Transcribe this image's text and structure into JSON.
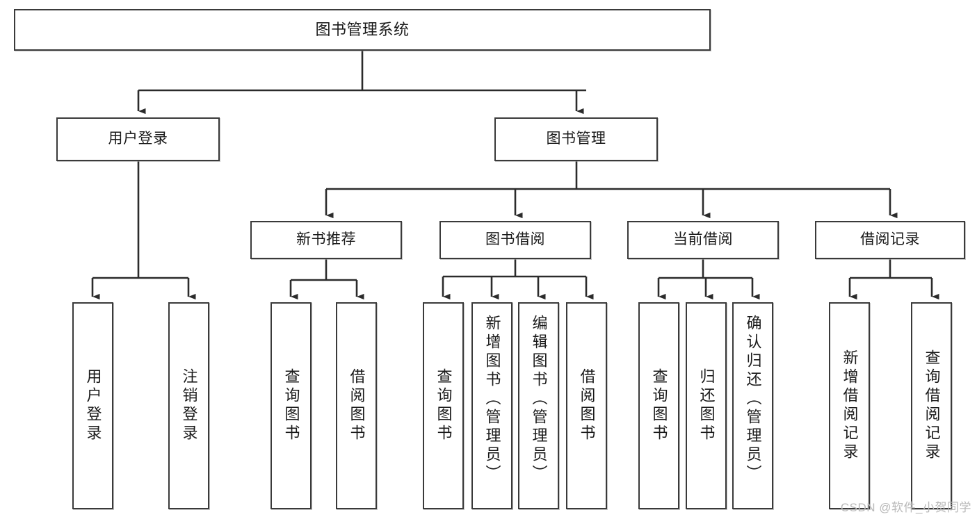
{
  "diagram": {
    "title": "图书管理系统",
    "type": "tree",
    "watermark": "CSDN @软件_小贺同学",
    "colors": {
      "box_border": "#3a3a3a",
      "box_fill": "#ffffff",
      "line": "#2b2b2b",
      "text": "#1a1a1a",
      "watermark": "#b9b9b9"
    },
    "nodes": {
      "root": {
        "label": "图书管理系统"
      },
      "level2": [
        {
          "id": "user-login",
          "label": "用户登录"
        },
        {
          "id": "book-manage",
          "label": "图书管理"
        }
      ],
      "level3": [
        {
          "id": "new-book-recommend",
          "label": "新书推荐"
        },
        {
          "id": "book-borrow",
          "label": "图书借阅"
        },
        {
          "id": "current-borrow",
          "label": "当前借阅"
        },
        {
          "id": "borrow-record",
          "label": "借阅记录"
        }
      ],
      "leaves": {
        "user_login": [
          {
            "id": "leaf-user-login",
            "label": "用户登录"
          },
          {
            "id": "leaf-user-logout",
            "label": "注销登录"
          }
        ],
        "new_book_recommend": [
          {
            "id": "leaf-query-book-1",
            "label": "查询图书"
          },
          {
            "id": "leaf-borrow-book-1",
            "label": "借阅图书"
          }
        ],
        "book_borrow": [
          {
            "id": "leaf-query-book-2",
            "label": "查询图书"
          },
          {
            "id": "leaf-add-book",
            "label": "新增图书（管理员）"
          },
          {
            "id": "leaf-edit-book",
            "label": "编辑图书（管理员）"
          },
          {
            "id": "leaf-borrow-book-2",
            "label": "借阅图书"
          }
        ],
        "current_borrow": [
          {
            "id": "leaf-query-book-3",
            "label": "查询图书"
          },
          {
            "id": "leaf-return-book",
            "label": "归还图书"
          },
          {
            "id": "leaf-confirm-return",
            "label": "确认归还（管理员）"
          }
        ],
        "borrow_record": [
          {
            "id": "leaf-add-record",
            "label": "新增借阅记录"
          },
          {
            "id": "leaf-query-record",
            "label": "查询借阅记录"
          }
        ]
      }
    }
  }
}
